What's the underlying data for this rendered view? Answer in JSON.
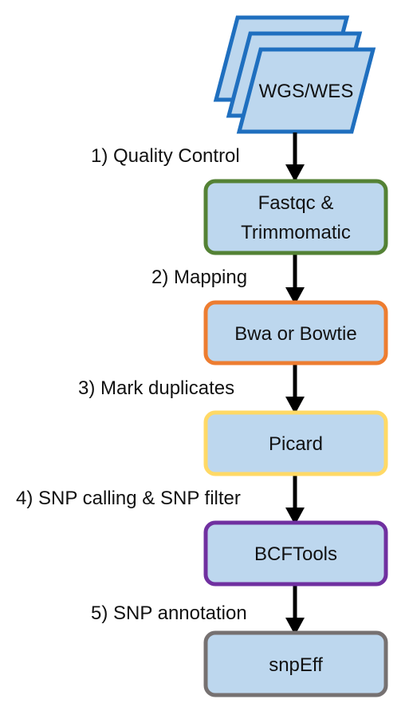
{
  "input": {
    "label": "WGS/WES",
    "border_color": "#1F6FBF",
    "fill_color": "#BDD7EE"
  },
  "arrow_color": "#000000",
  "steps": [
    {
      "label": "1) Quality Control",
      "tool_lines": [
        "Fastqc &",
        "Trimmomatic"
      ],
      "border_color": "#548235"
    },
    {
      "label": "2) Mapping",
      "tool_lines": [
        "Bwa or Bowtie"
      ],
      "border_color": "#ED7D31"
    },
    {
      "label": "3) Mark duplicates",
      "tool_lines": [
        "Picard"
      ],
      "border_color": "#FFD966"
    },
    {
      "label": "4) SNP calling & SNP filter",
      "tool_lines": [
        "BCFTools"
      ],
      "border_color": "#7030A0"
    },
    {
      "label": "5) SNP annotation",
      "tool_lines": [
        "snpEff"
      ],
      "border_color": "#767171"
    }
  ],
  "box_fill": "#BDD7EE"
}
